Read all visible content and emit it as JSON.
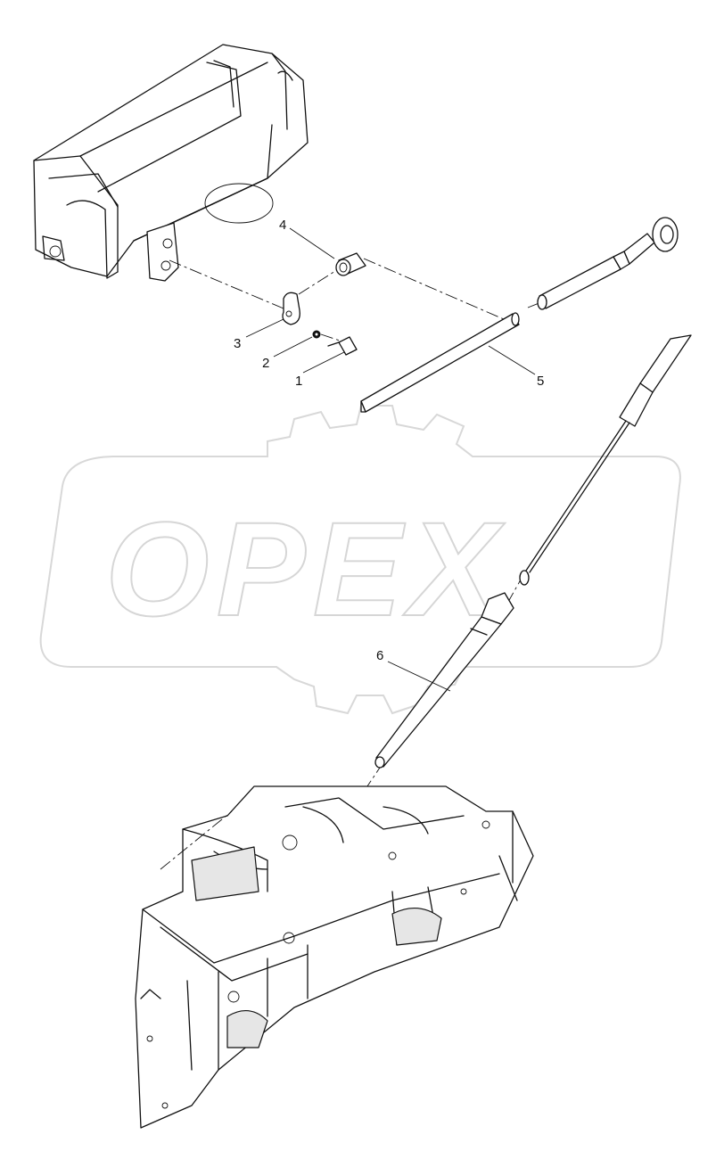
{
  "watermark": {
    "text": "OPEX"
  },
  "callouts": [
    {
      "id": "c1",
      "label": "1"
    },
    {
      "id": "c2",
      "label": "2"
    },
    {
      "id": "c3",
      "label": "3"
    },
    {
      "id": "c4",
      "label": "4"
    },
    {
      "id": "c5",
      "label": "5"
    },
    {
      "id": "c6",
      "label": "6"
    }
  ]
}
